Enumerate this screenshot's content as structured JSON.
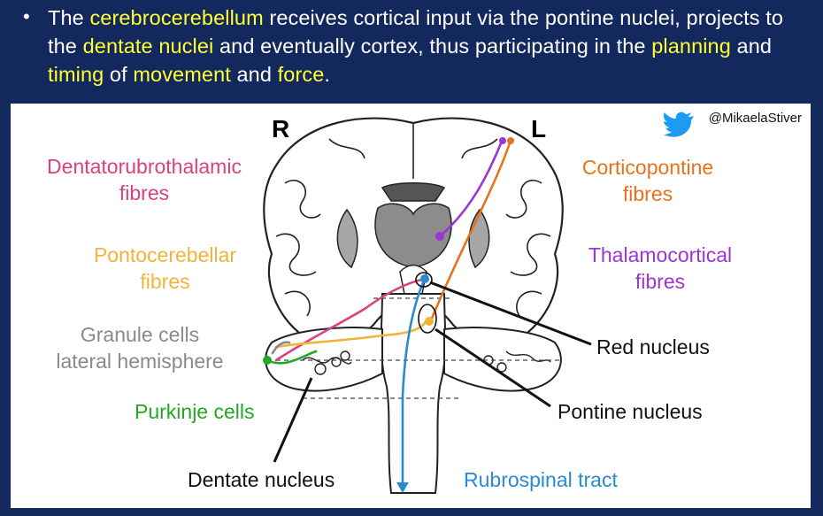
{
  "header": {
    "bullet": "•",
    "segments": [
      {
        "text": "The ",
        "highlight": false
      },
      {
        "text": "cerebrocerebellum",
        "highlight": true
      },
      {
        "text": " receives cortical input via the pontine nuclei, projects to the ",
        "highlight": false
      },
      {
        "text": "dentate nuclei",
        "highlight": true
      },
      {
        "text": " and eventually cortex, thus participating in the ",
        "highlight": false
      },
      {
        "text": "planning",
        "highlight": true
      },
      {
        "text": " and ",
        "highlight": false
      },
      {
        "text": "timing",
        "highlight": true
      },
      {
        "text": " of ",
        "highlight": false
      },
      {
        "text": "movement",
        "highlight": true
      },
      {
        "text": " and ",
        "highlight": false
      },
      {
        "text": "force",
        "highlight": true
      },
      {
        "text": ".",
        "highlight": false
      }
    ]
  },
  "twitter": {
    "handle": "@MikaelaStiver",
    "icon": "twitter-bird-icon"
  },
  "diagram": {
    "side_right": "R",
    "side_left": "L",
    "labels": {
      "dentatorubrothalamic": [
        "Dentatorubrothalamic",
        "fibres"
      ],
      "pontocerebellar": [
        "Pontocerebellar",
        "fibres"
      ],
      "granule": [
        "Granule cells",
        "lateral hemisphere"
      ],
      "purkinje": "Purkinje cells",
      "dentate": "Dentate nucleus",
      "corticopontine": [
        "Corticopontine",
        "fibres"
      ],
      "thalamocortical": [
        "Thalamocortical",
        "fibres"
      ],
      "red_nucleus": "Red nucleus",
      "pontine_nucleus": "Pontine nucleus",
      "rubrospinal": "Rubrospinal tract"
    }
  },
  "colors": {
    "background": "#13285c",
    "highlight": "#ffff33",
    "dentatorubrothalamic": "#d9427e",
    "pontocerebellar": "#f0b43c",
    "granule": "#8a8a8a",
    "purkinje": "#22a822",
    "corticopontine": "#e8711c",
    "thalamocortical": "#9b35d6",
    "rubrospinal": "#2a8ad0",
    "twitter": "#1d9bf0"
  }
}
